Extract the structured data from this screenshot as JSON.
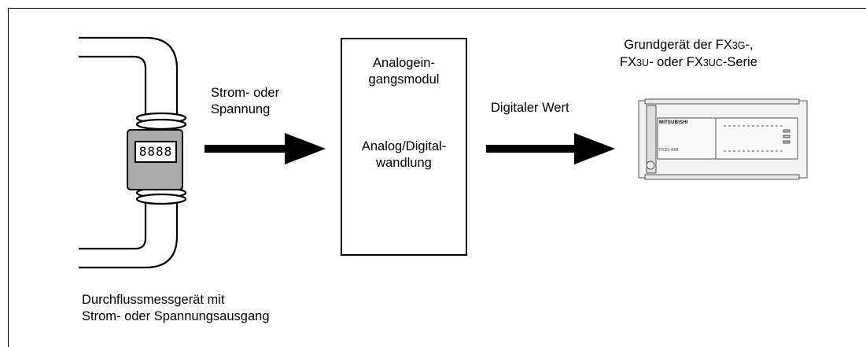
{
  "diagram": {
    "flowmeter_caption": [
      "Durchflussmessgerät mit",
      "Strom- oder Spannungsausgang"
    ],
    "meter_display": "8888",
    "signal_label": [
      "Strom- oder",
      "Spannung"
    ],
    "module": {
      "title": [
        "Analogein-",
        "gangsmodul"
      ],
      "function": [
        "Analog/Digital-",
        "wandlung"
      ]
    },
    "digital_label": "Digitaler Wert",
    "plc_caption": {
      "line1_a": "Grundgerät der FX",
      "line1_b": "3G",
      "line1_c": "-,",
      "line2_a": "FX",
      "line2_b": "3U",
      "line2_c": "- oder FX",
      "line2_d": "3UC",
      "line2_e": "-Serie"
    },
    "plc_brand": "MITSUBISHI",
    "plc_model": "FX3G-40M"
  }
}
